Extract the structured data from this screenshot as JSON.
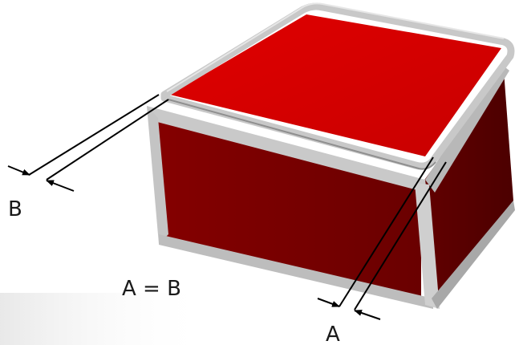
{
  "labels": {
    "b": "B",
    "a": "A",
    "equation": "A = B"
  },
  "colors": {
    "background": "#ffffff",
    "panel_front": "#7a0000",
    "panel_side": "#5c0000",
    "panel_top": "#d40000",
    "frame": "#c9c9c9",
    "frame_shadow": "#9c9c9c",
    "dimension_line": "#000000",
    "text": "#1a1a1a"
  }
}
